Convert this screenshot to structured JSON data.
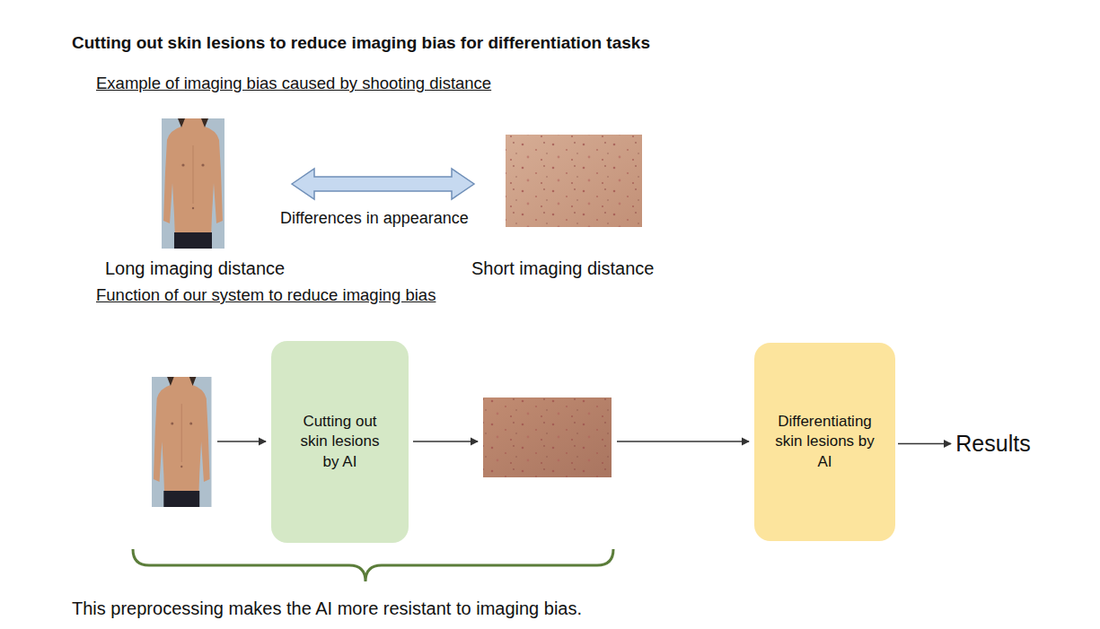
{
  "diagram": {
    "title": "Cutting out skin lesions to reduce imaging bias for differentiation tasks",
    "nodes": [
      {
        "text": [
          "Cutting out skin lesions by AI"
        ]
      },
      {
        "text": [
          "Differentiating skin lesions by AI"
        ]
      },
      {
        "text": [
          "Results"
        ]
      }
    ],
    "edges": [
      {
        "from": 1,
        "to": 2,
        "arrow": "to"
      }
    ],
    "labels": [
      "Example of imaging bias caused by shooting distance",
      "Differences in appearance",
      "Long imaging distance",
      "Short imaging distance",
      "Function of our system to reduce imaging bias",
      "This preprocessing makes the AI more resistant to imaging bias."
    ]
  }
}
